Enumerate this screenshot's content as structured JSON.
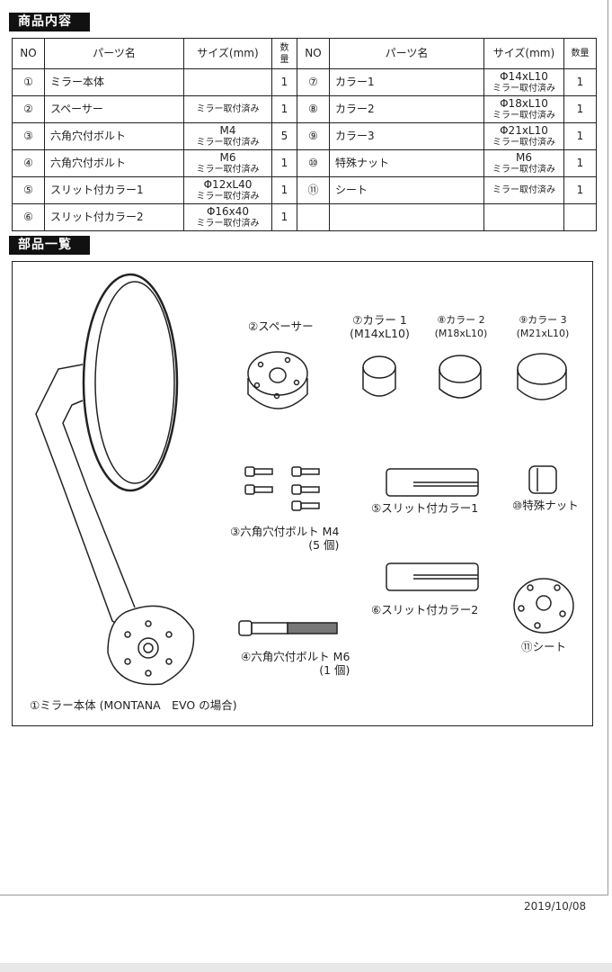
{
  "section_contents_title": "商品内容",
  "section_parts_title": "部品一覧",
  "table": {
    "headers": {
      "no": "NO",
      "name": "パーツ名",
      "size": "サイズ(mm)",
      "qty": "数量"
    },
    "left": [
      {
        "no": "①",
        "name": "ミラー本体",
        "size": "",
        "note": "",
        "qty": "1"
      },
      {
        "no": "②",
        "name": "スペーサー",
        "size": "",
        "note": "ミラー取付済み",
        "qty": "1"
      },
      {
        "no": "③",
        "name": "六角穴付ボルト",
        "size": "M4",
        "note": "ミラー取付済み",
        "qty": "5"
      },
      {
        "no": "④",
        "name": "六角穴付ボルト",
        "size": "M6",
        "note": "ミラー取付済み",
        "qty": "1"
      },
      {
        "no": "⑤",
        "name": "スリット付カラー1",
        "size": "Φ12xL40",
        "note": "ミラー取付済み",
        "qty": "1"
      },
      {
        "no": "⑥",
        "name": "スリット付カラー2",
        "size": "Φ16x40",
        "note": "ミラー取付済み",
        "qty": "1"
      }
    ],
    "right": [
      {
        "no": "⑦",
        "name": "カラー1",
        "size": "Φ14xL10",
        "note": "ミラー取付済み",
        "qty": "1"
      },
      {
        "no": "⑧",
        "name": "カラー2",
        "size": "Φ18xL10",
        "note": "ミラー取付済み",
        "qty": "1"
      },
      {
        "no": "⑨",
        "name": "カラー3",
        "size": "Φ21xL10",
        "note": "ミラー取付済み",
        "qty": "1"
      },
      {
        "no": "⑩",
        "name": "特殊ナット",
        "size": "M6",
        "note": "ミラー取付済み",
        "qty": "1"
      },
      {
        "no": "⑪",
        "name": "シート",
        "size": "",
        "note": "ミラー取付済み",
        "qty": "1"
      }
    ]
  },
  "parts_labels": {
    "spacer": "②スペーサー",
    "collar1": "⑦カラー 1",
    "collar1_size": "(M14xL10)",
    "collar2": "⑧カラー 2",
    "collar2_size": "(M18xL10)",
    "collar3": "⑨カラー 3",
    "collar3_size": "(M21xL10)",
    "bolt_m4": "③六角穴付ボルト M4",
    "bolt_m4_count": "(5 個)",
    "slit1": "⑤スリット付カラー1",
    "nut": "⑩特殊ナット",
    "slit2": "⑥スリット付カラー2",
    "bolt_m6": "④六角穴付ボルト M6",
    "bolt_m6_count": "(1 個)",
    "sheet": "⑪シート",
    "mirror": "①ミラー本体 (MONTANA　EVO の場合)"
  },
  "date": "2019/10/08"
}
